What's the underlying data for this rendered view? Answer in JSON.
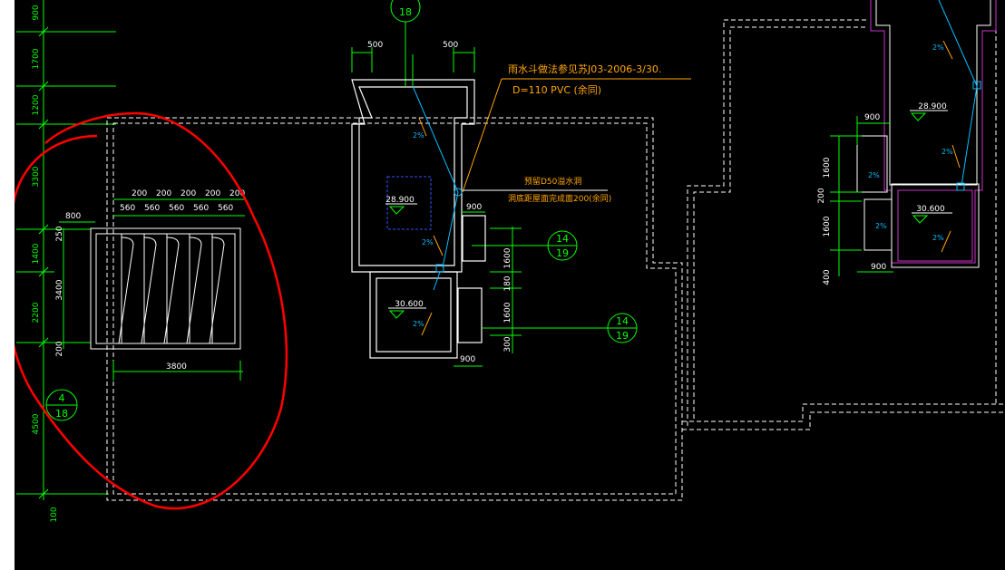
{
  "left_dims": [
    "900",
    "1700",
    "1200",
    "3300",
    "1400",
    "2200",
    "4500",
    "100"
  ],
  "roof_spacing": {
    "top_200": [
      "200",
      "200",
      "200",
      "200",
      "200"
    ],
    "top_560": [
      "560",
      "560",
      "560",
      "560",
      "560"
    ],
    "left": "800",
    "v250": "250",
    "v3400": "3400",
    "v200": "200",
    "bottom": "3800"
  },
  "section_bubbles": [
    {
      "num": "4",
      "den": "18"
    },
    {
      "num": "18",
      "den": ""
    },
    {
      "num": "14",
      "den": "19"
    },
    {
      "num": "14",
      "den": "19"
    }
  ],
  "center": {
    "dim500_left": "500",
    "dim500_right": "500",
    "note1": "雨水斗做法参见苏J03-2006-3/30.",
    "note2": "D=110 PVC (余同)",
    "note3": "预留D50溢水洞",
    "note4": "洞底距屋面完成面200(余同)",
    "elev_upper": "28.900",
    "elev_lower": "30.600",
    "slope": "2%",
    "dim900_top": "900",
    "dim900_bottom": "900",
    "v1600a": "1600",
    "v180": "180",
    "v1600b": "1600",
    "v300": "300"
  },
  "right": {
    "dim900_top": "900",
    "dim900_bottom": "900",
    "elev_upper": "28.900",
    "elev_lower": "30.600",
    "slope": "2%",
    "v1600a": "1600",
    "v200": "200",
    "v1600b": "1600",
    "v400": "400"
  },
  "colors": {
    "background": "#000000",
    "dimension": "#00ff00",
    "wall": "#ffffff",
    "annotation": "#ffa500",
    "pipe": "#00bfff",
    "markup": "#ff0000",
    "parapet": "#cc33cc"
  }
}
